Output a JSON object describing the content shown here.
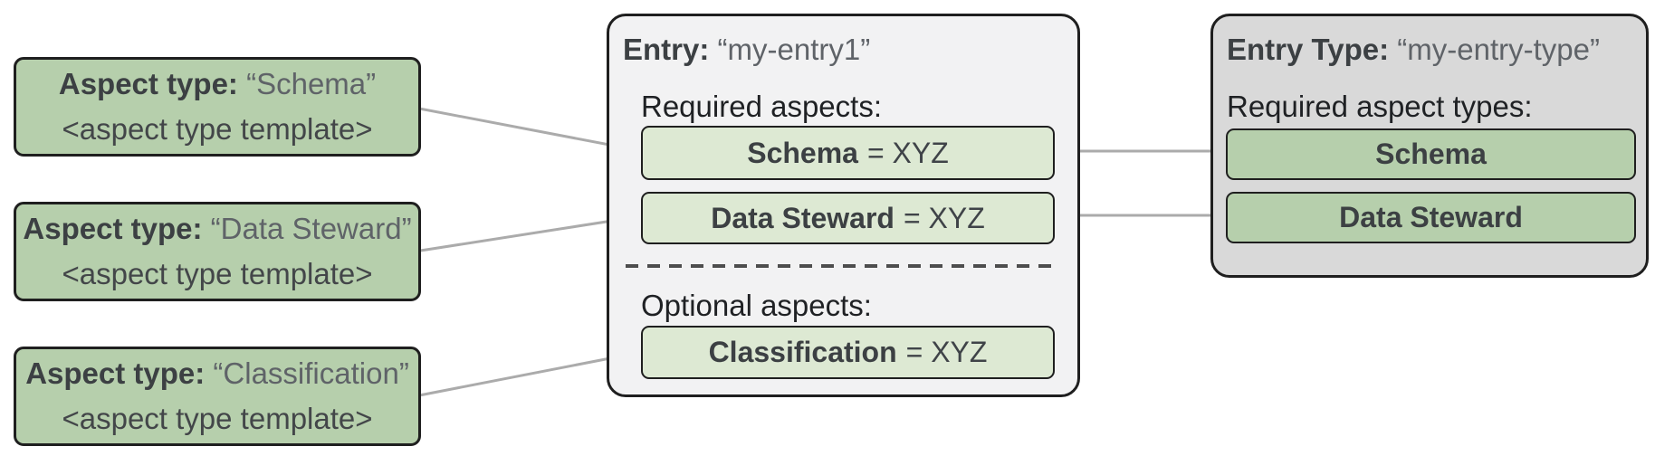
{
  "left_boxes": [
    {
      "label": "Aspect type:",
      "value": "“Schema”",
      "template": "<aspect type template>"
    },
    {
      "label": "Aspect type:",
      "value": "“Data Steward”",
      "template": "<aspect type template>"
    },
    {
      "label": "Aspect type:",
      "value": "“Classification”",
      "template": "<aspect type template>"
    }
  ],
  "entry_box": {
    "label": "Entry:",
    "value": "“my-entry1”",
    "required_heading": "Required aspects:",
    "required_aspects": [
      {
        "name": "Schema",
        "suffix": "= XYZ"
      },
      {
        "name": "Data Steward",
        "suffix": "= XYZ"
      }
    ],
    "optional_heading": "Optional aspects:",
    "optional_aspects": [
      {
        "name": "Classification",
        "suffix": "= XYZ"
      }
    ]
  },
  "entry_type_box": {
    "label": "Entry Type:",
    "value": "“my-entry-type”",
    "required_heading": "Required aspect types:",
    "aspect_types": [
      {
        "name": "Schema"
      },
      {
        "name": "Data Steward"
      }
    ]
  },
  "colors": {
    "aspect_green_dark": "#b6cfac",
    "aspect_green_light": "#dde9d3",
    "entry_panel_bg": "#f2f2f3",
    "entry_type_panel_bg": "#d9d9d9",
    "box_border": "#1f1f1f",
    "connector_line": "#ababab",
    "dashed_divider": "#4d4d4d",
    "label_bold_text": "#3c4043",
    "quoted_value_text": "#5f6368",
    "heading_text": "#1f2124"
  }
}
